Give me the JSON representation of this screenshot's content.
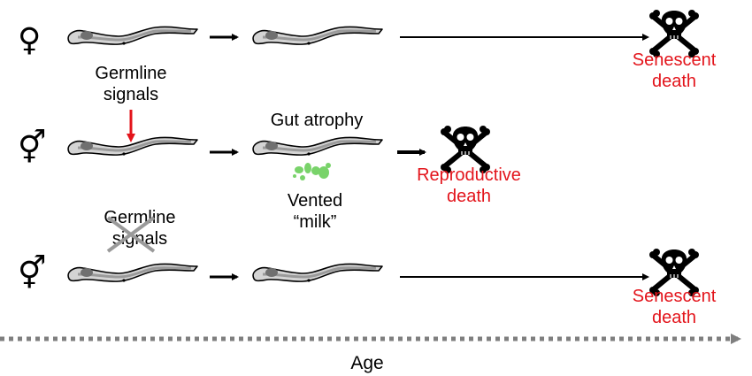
{
  "symbols": {
    "female": "♀",
    "hermaphrodite": "⚥"
  },
  "colors": {
    "accent_red": "#e3141b",
    "milk_green": "#79d36a",
    "worm_fill": "#d0d0d0",
    "worm_inner": "#b5b5b5",
    "cross_gray": "#9a9a9a",
    "axis_gray": "#7f7f7f"
  },
  "rows": [
    {
      "sex": "female",
      "label_above_worm1": "",
      "death": {
        "label_line1": "Senescent",
        "label_line2": "death",
        "icon": "skull-crossbones-icon"
      }
    },
    {
      "sex": "hermaphrodite",
      "label_above_worm1": "",
      "signal_label_line1": "Germline",
      "signal_label_line2": "signals",
      "worm2_label": "Gut atrophy",
      "milk_label_line1": "Vented",
      "milk_label_line2": "“milk”",
      "death": {
        "label_line1": "Reproductive",
        "label_line2": "death",
        "icon": "skull-crossbones-icon"
      }
    },
    {
      "sex": "hermaphrodite",
      "blocked_signal_line1": "Germline",
      "blocked_signal_line2": "signals",
      "death": {
        "label_line1": "Senescent",
        "label_line2": "death",
        "icon": "skull-crossbones-icon"
      }
    }
  ],
  "axis": {
    "label": "Age"
  }
}
